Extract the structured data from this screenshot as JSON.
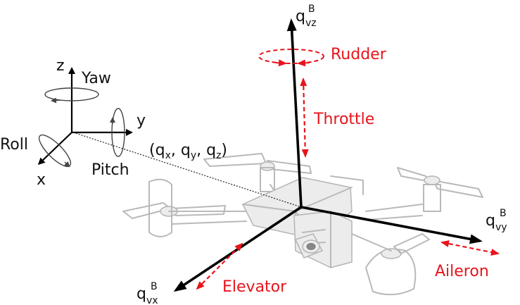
{
  "reference_frame": {
    "z_label": "z",
    "y_label": "y",
    "x_label": "x",
    "yaw_label": "Yaw",
    "pitch_label": "Pitch",
    "roll_label": "Roll",
    "position_label": "(q",
    "position_x_sub": "x",
    "position_sep1": ", q",
    "position_y_sub": "y",
    "position_sep2": ", q",
    "position_z_sub": "z",
    "position_close": ")"
  },
  "body_frame": {
    "vz_base": "q",
    "vz_sub": "vz",
    "vz_sup": "B",
    "vy_base": "q",
    "vy_sub": "vy",
    "vy_sup": "B",
    "vx_base": "q",
    "vx_sub": "vx",
    "vx_sup": "B"
  },
  "controls": {
    "rudder": "Rudder",
    "throttle": "Throttle",
    "aileron": "Aileron",
    "elevator": "Elevator"
  },
  "colors": {
    "axis": "#000000",
    "control": "#e8141b",
    "drone": "#b9b9b9"
  }
}
